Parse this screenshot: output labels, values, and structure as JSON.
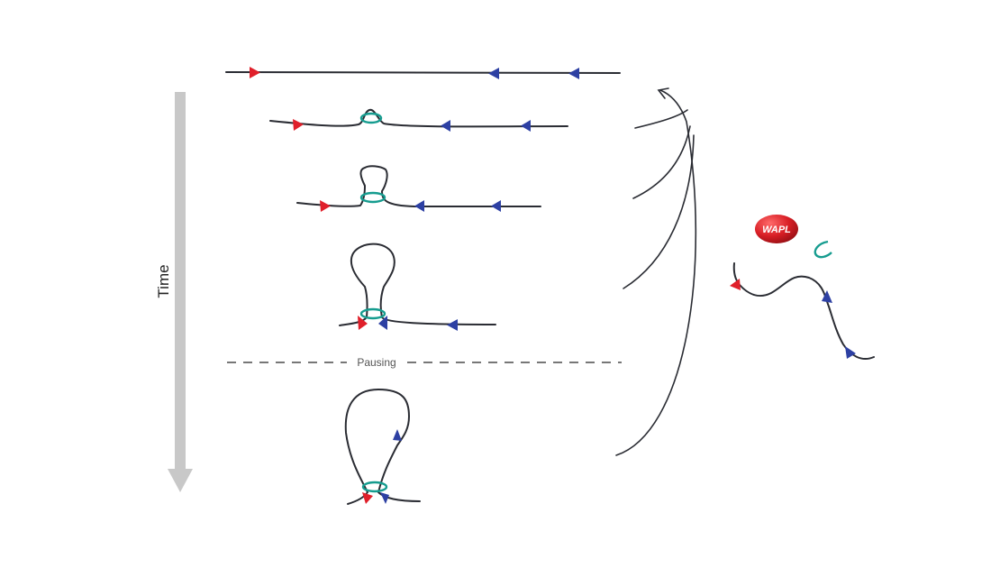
{
  "labels": {
    "time": "Time",
    "pausing": "Pausing",
    "wapl": "WAPL"
  },
  "colors": {
    "dna": "#2a2c33",
    "cohesin_ring": "#169c8f",
    "red_site": "#e01f2a",
    "blue_site": "#2d40a3",
    "wapl": "#d81e25",
    "time_arrow": "#c8c8c8",
    "pause_line": "#777777"
  }
}
